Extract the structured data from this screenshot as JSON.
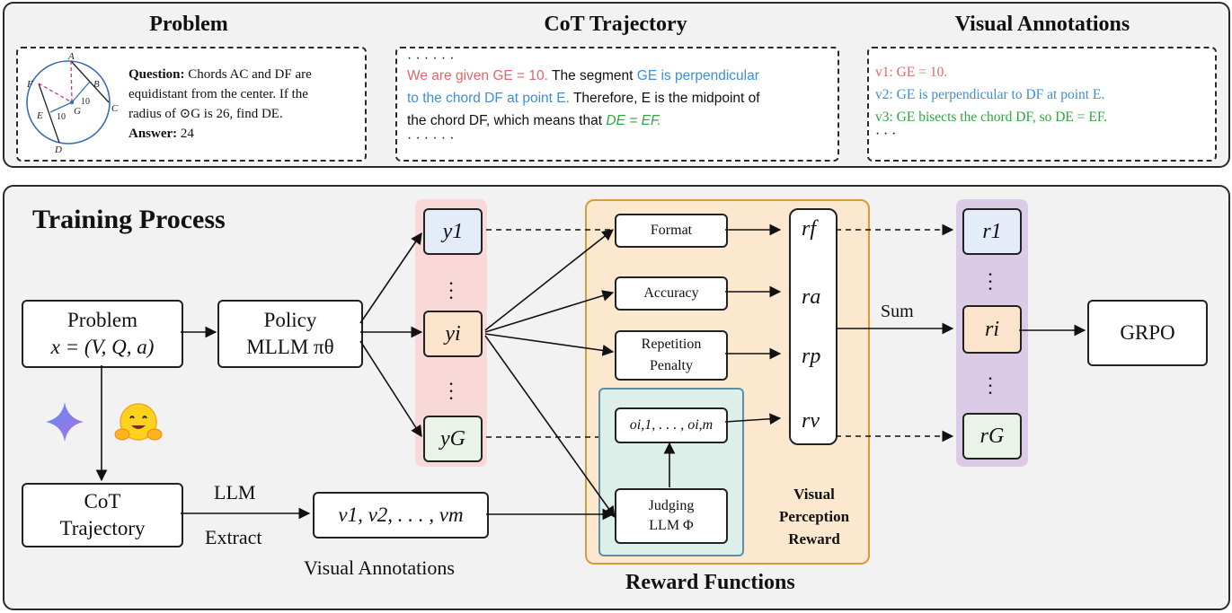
{
  "top": {
    "problem": {
      "title": "Problem",
      "question_label": "Question:",
      "question_lines": [
        "Chords AC and DF are",
        "equidistant from the center. If the",
        "radius of ⊙G is 26, find DE."
      ],
      "answer_label": "Answer:",
      "answer": "24",
      "figure": {
        "points": [
          "A",
          "B",
          "C",
          "D",
          "E",
          "F",
          "G"
        ],
        "labels": [
          "10",
          "10"
        ]
      }
    },
    "cot": {
      "title": "CoT Trajectory",
      "dots_top": "· · · · · ·",
      "line1_red": "We are given GE = 10.",
      "line1_black": " The segment ",
      "line1_blue": "GE is perpendicular",
      "line2_blue": "to the chord DF at point E.",
      "line2_black": " Therefore, E is the midpoint of",
      "line3_black": "the chord DF, which means that ",
      "line3_green": "DE = EF.",
      "dots_bottom": "· · · · · ·"
    },
    "visual": {
      "title": "Visual Annotations",
      "v1": "v1: GE = 10.",
      "v2": "v2: GE is perpendicular to DF at point E.",
      "v3": "v3: GE bisects the chord DF, so DE = EF.",
      "dots": "· · ·"
    }
  },
  "training": {
    "title": "Training Process",
    "problem_line1": "Problem",
    "problem_line2": "x = (V, Q, a)",
    "policy_line1": "Policy",
    "policy_line2": "MLLM πθ",
    "y": [
      "y1",
      "yi",
      "yG"
    ],
    "r": [
      "r1",
      "ri",
      "rG"
    ],
    "rewards": [
      "Format",
      "Accuracy",
      "Repetition",
      "Penalty"
    ],
    "r_sym": [
      "rf",
      "ra",
      "rp",
      "rv"
    ],
    "obs": "oi,1, . . . , oi,m",
    "judge_line1": "Judging",
    "judge_line2": "LLM Φ",
    "vpr": [
      "Visual",
      "Perception",
      "Reward"
    ],
    "sum": "Sum",
    "grpo": "GRPO",
    "cot_line1": "CoT",
    "cot_line2": "Trajectory",
    "llm": "LLM",
    "extract": "Extract",
    "vlist": "v1, v2, . . . , vm",
    "visual_annotations": "Visual Annotations",
    "reward_functions": "Reward Functions",
    "colors": {
      "y_col": "#f9d9d7",
      "r_col": "#dccbe6",
      "reward_bg": "#fbe8cf",
      "reward_border": "#d99a3a",
      "judge_bg": "#dcefe9",
      "judge_border": "#5f8ea8"
    }
  }
}
